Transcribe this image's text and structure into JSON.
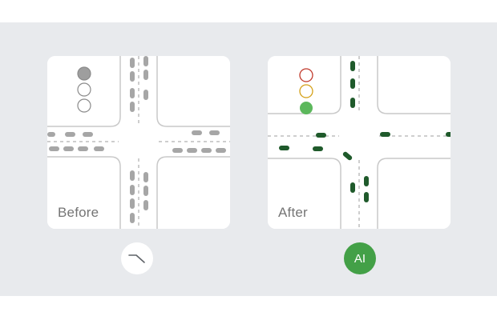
{
  "before": {
    "label": "Before",
    "light": "gray",
    "car_color": "#a6a6a6"
  },
  "after": {
    "label": "After",
    "light": "green",
    "car_color": "#1f5a2b"
  },
  "badges": {
    "before_icon": "fixed-timing-curve-icon",
    "after_label": "AI",
    "after_color": "#43a047"
  },
  "colors": {
    "background": "#e8eaed",
    "road": "#ffffff",
    "block": "#c9c9c9",
    "light_red": "#c0392b",
    "light_yellow": "#d4a017",
    "light_green": "#5cb85c",
    "light_off": "#9e9e9e"
  }
}
